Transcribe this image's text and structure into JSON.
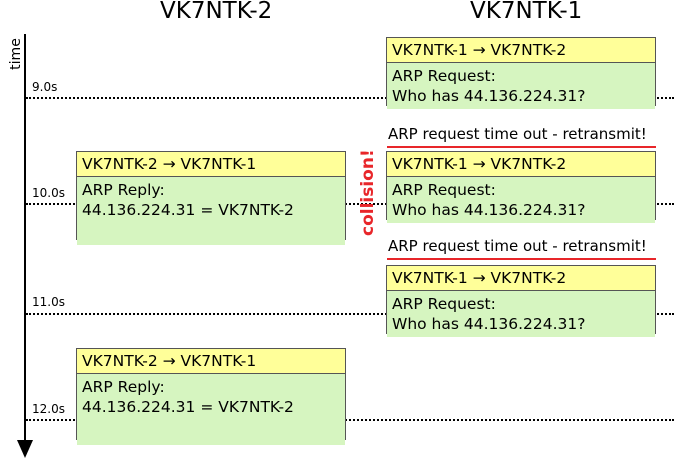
{
  "nodes": {
    "left": "VK7NTK-2",
    "right": "VK7NTK-1"
  },
  "axis_label": "time",
  "ticks": [
    "9.0s",
    "10.0s",
    "11.0s",
    "12.0s"
  ],
  "packets": [
    {
      "header": "VK7NTK-1 → VK7NTK-2",
      "line1": "ARP Request:",
      "line2": "Who has 44.136.224.31?"
    },
    {
      "header": "VK7NTK-2 → VK7NTK-1",
      "line1": "ARP Reply:",
      "line2": "44.136.224.31 = VK7NTK-2"
    },
    {
      "header": "VK7NTK-1 → VK7NTK-2",
      "line1": "ARP Request:",
      "line2": "Who has 44.136.224.31?"
    },
    {
      "header": "VK7NTK-1 → VK7NTK-2",
      "line1": "ARP Request:",
      "line2": "Who has 44.136.224.31?"
    },
    {
      "header": "VK7NTK-2 → VK7NTK-1",
      "line1": "ARP Reply:",
      "line2": "44.136.224.31 = VK7NTK-2"
    }
  ],
  "notes": [
    "ARP request time out - retransmit!",
    "ARP request time out - retransmit!"
  ],
  "collision": "collision!",
  "colors": {
    "header_bg": "#ffff99",
    "body_bg": "#d6f5c0",
    "alert": "#e8262a"
  }
}
